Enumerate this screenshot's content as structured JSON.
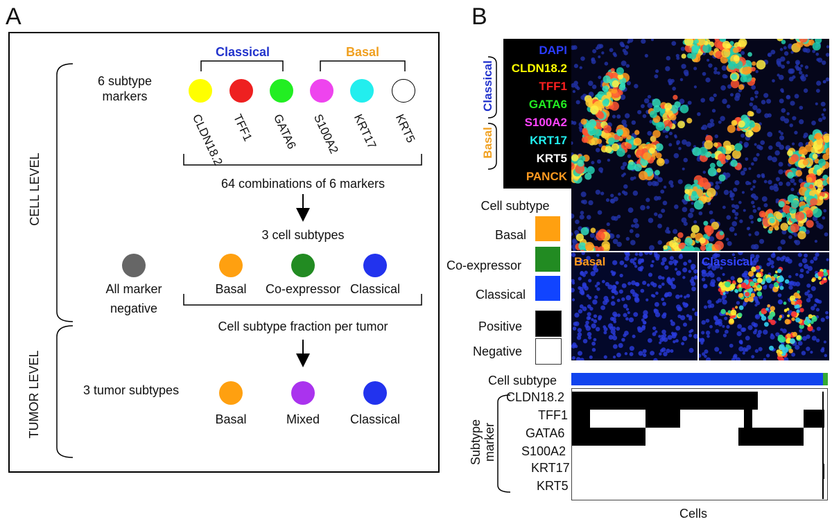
{
  "panel_a": {
    "letter": "A",
    "level_cell": "CELL LEVEL",
    "level_tumor": "TUMOR LEVEL",
    "markers_label_1": "6 subtype",
    "markers_label_2": "markers",
    "group_classical": "Classical",
    "group_basal": "Basal",
    "markers": [
      {
        "name": "CLDN18.2",
        "color": "#ffff00"
      },
      {
        "name": "TFF1",
        "color": "#ee2020"
      },
      {
        "name": "GATA6",
        "color": "#22ee22"
      },
      {
        "name": "S100A2",
        "color": "#ee44ee"
      },
      {
        "name": "KRT17",
        "color": "#22eeee"
      },
      {
        "name": "KRT5",
        "color": "#ffffff"
      }
    ],
    "combinations": "64 combinations of 6 markers",
    "cell_subtypes_title": "3 cell subtypes",
    "cell_subtypes": [
      {
        "name_1": "All marker",
        "name_2": "negative",
        "color": "#666666"
      },
      {
        "name_1": "Basal",
        "name_2": "",
        "color": "#ffa010"
      },
      {
        "name_1": "Co-expressor",
        "name_2": "",
        "color": "#228b22"
      },
      {
        "name_1": "Classical",
        "name_2": "",
        "color": "#2233ee"
      }
    ],
    "fraction": "Cell subtype fraction per tumor",
    "tumor_subtypes_title": "3 tumor subtypes",
    "tumor_subtypes": [
      {
        "name": "Basal",
        "color": "#ffa010"
      },
      {
        "name": "Mixed",
        "color": "#aa33ee"
      },
      {
        "name": "Classical",
        "color": "#2233ee"
      }
    ]
  },
  "panel_b": {
    "letter": "B",
    "stain_legend": [
      {
        "name": "DAPI",
        "color": "#2a3cff"
      },
      {
        "name": "CLDN18.2",
        "color": "#ffff00"
      },
      {
        "name": "TFF1",
        "color": "#ff2020"
      },
      {
        "name": "GATA6",
        "color": "#22ee22"
      },
      {
        "name": "S100A2",
        "color": "#ff44ff"
      },
      {
        "name": "KRT17",
        "color": "#22eeee"
      },
      {
        "name": "KRT5",
        "color": "#ffffff"
      },
      {
        "name": "PANCK",
        "color": "#ff9a20"
      }
    ],
    "side_classical": "Classical",
    "side_basal": "Basal",
    "subtype_legend_title": "Cell subtype",
    "subtype_legend": [
      {
        "name": "Basal",
        "color": "#ffa010"
      },
      {
        "name": "Co-expressor",
        "color": "#228b22"
      },
      {
        "name": "Classical",
        "color": "#1144ff"
      }
    ],
    "positive_label": "Positive",
    "negative_label": "Negative",
    "positive_color": "#000000",
    "negative_color": "#ffffff",
    "inset_basal": "Basal",
    "inset_classical": "Classical",
    "heatmap_subtype_label": "Cell subtype",
    "heatmap_rows": [
      "CLDN18.2",
      "TFF1",
      "GATA6",
      "S100A2",
      "KRT17",
      "KRT5"
    ],
    "heatmap_y_label_1": "Subtype",
    "heatmap_y_label_2": "marker",
    "heatmap_x_label": "Cells"
  }
}
